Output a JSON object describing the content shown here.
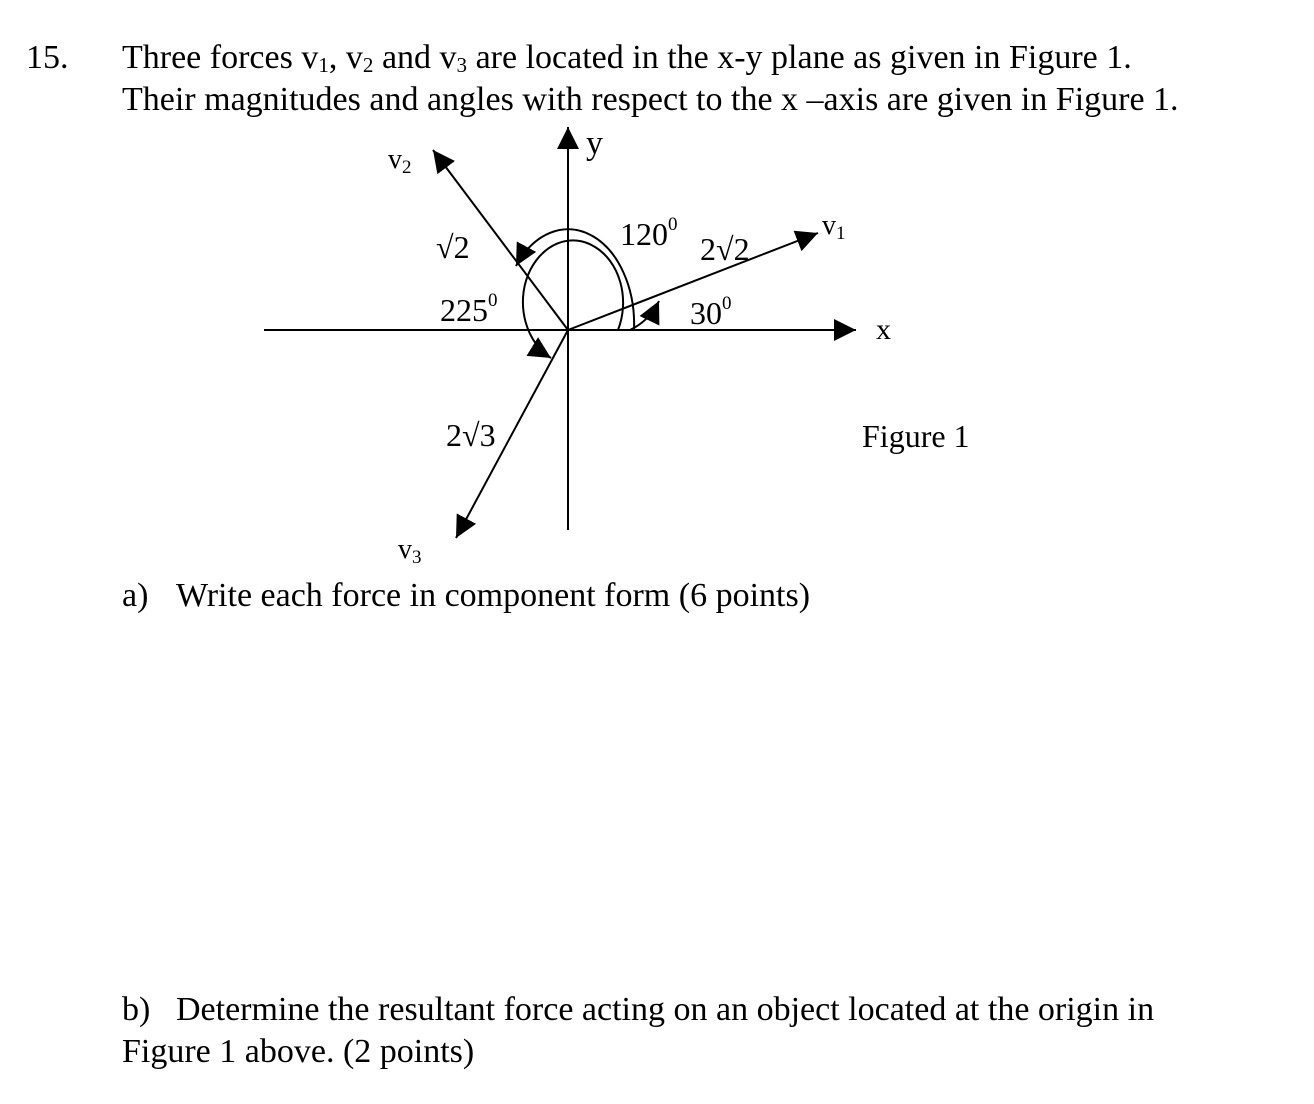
{
  "problem": {
    "number": "15.",
    "line1": {
      "pre": "Three forces v",
      "sub1": "1",
      "mid1": ", v",
      "sub2": "2",
      "mid2": " and v",
      "sub3": "3",
      "post": " are located in the x-y plane as given in Figure 1."
    },
    "line2": "Their magnitudes and angles with respect to the x –axis are given in Figure 1."
  },
  "figure": {
    "caption": "Figure 1",
    "x_axis_label": "x",
    "y_axis_label": "y",
    "vectors": [
      {
        "id": "v1",
        "name": "v",
        "sub": "1",
        "magnitude": "2√2",
        "angle_deg": 30,
        "angle_label": "30",
        "deg_mark": "0"
      },
      {
        "id": "v2",
        "name": "v",
        "sub": "2",
        "magnitude": "√2",
        "angle_deg": 120,
        "angle_label": "120",
        "deg_mark": "0"
      },
      {
        "id": "v3",
        "name": "v",
        "sub": "3",
        "magnitude": "2√3",
        "angle_deg": 225,
        "angle_label": "225",
        "deg_mark": "0"
      }
    ]
  },
  "part_a": {
    "label": "a)",
    "text": "Write each force in component form (6 points)"
  },
  "part_b": {
    "label": "b)",
    "line1": "Determine the resultant force acting on an object located at the origin in",
    "line2": "Figure 1 above. (2 points)"
  },
  "colors": {
    "ink": "#000000",
    "paper": "#ffffff"
  }
}
